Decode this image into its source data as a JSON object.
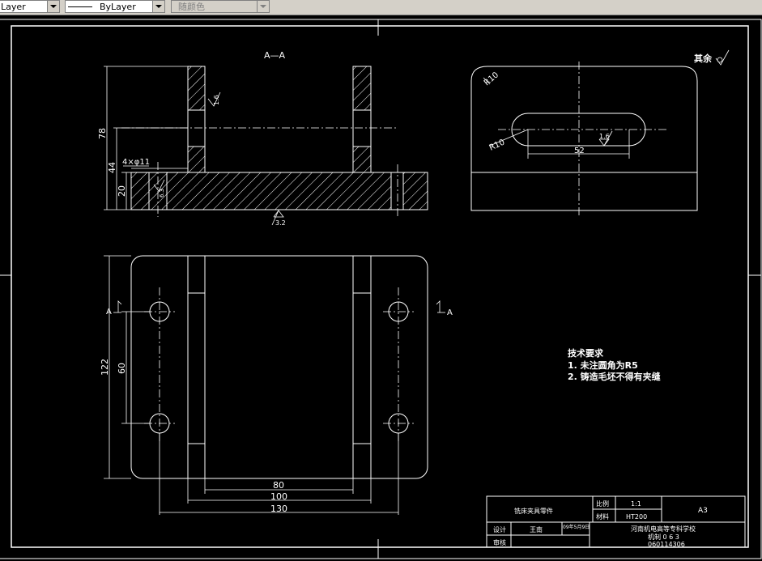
{
  "toolbar": {
    "layer_combo": "Layer",
    "linetype_combo": "ByLayer",
    "color_combo": "随颜色"
  },
  "section": {
    "title": "A—A",
    "dim_78": "78",
    "dim_44": "44",
    "dim_20": "20",
    "holes": "4×φ11",
    "rough_16": "1.6",
    "rough_32": "3.2",
    "rough_63": "6.3"
  },
  "side_view": {
    "dim_r10_top": "R10",
    "dim_r10_slot": "R10",
    "dim_52": "52",
    "rough_16": "1.6",
    "rest_finish": "其余"
  },
  "plan_view": {
    "dim_122": "122",
    "dim_60": "60",
    "dim_80": "80",
    "dim_100": "100",
    "dim_130": "130",
    "section_mark_left": "A",
    "section_mark_right": "A"
  },
  "notes": {
    "title": "技术要求",
    "line1": "1. 未注圆角为R5",
    "line2": "2. 铸造毛坯不得有夹缝"
  },
  "title_block": {
    "part_name": "铣床夹具零件",
    "scale_label": "比例",
    "scale_value": "1:1",
    "material_label": "材料",
    "material_value": "HT200",
    "sheet_size": "A3",
    "designer_label": "设计",
    "designer_name": "王南",
    "date": "09年5月9日",
    "reviewer_label": "审核",
    "school": "河南机电高等专科学校",
    "class_name": "机制 0 6 3",
    "student_id": "060114306"
  }
}
